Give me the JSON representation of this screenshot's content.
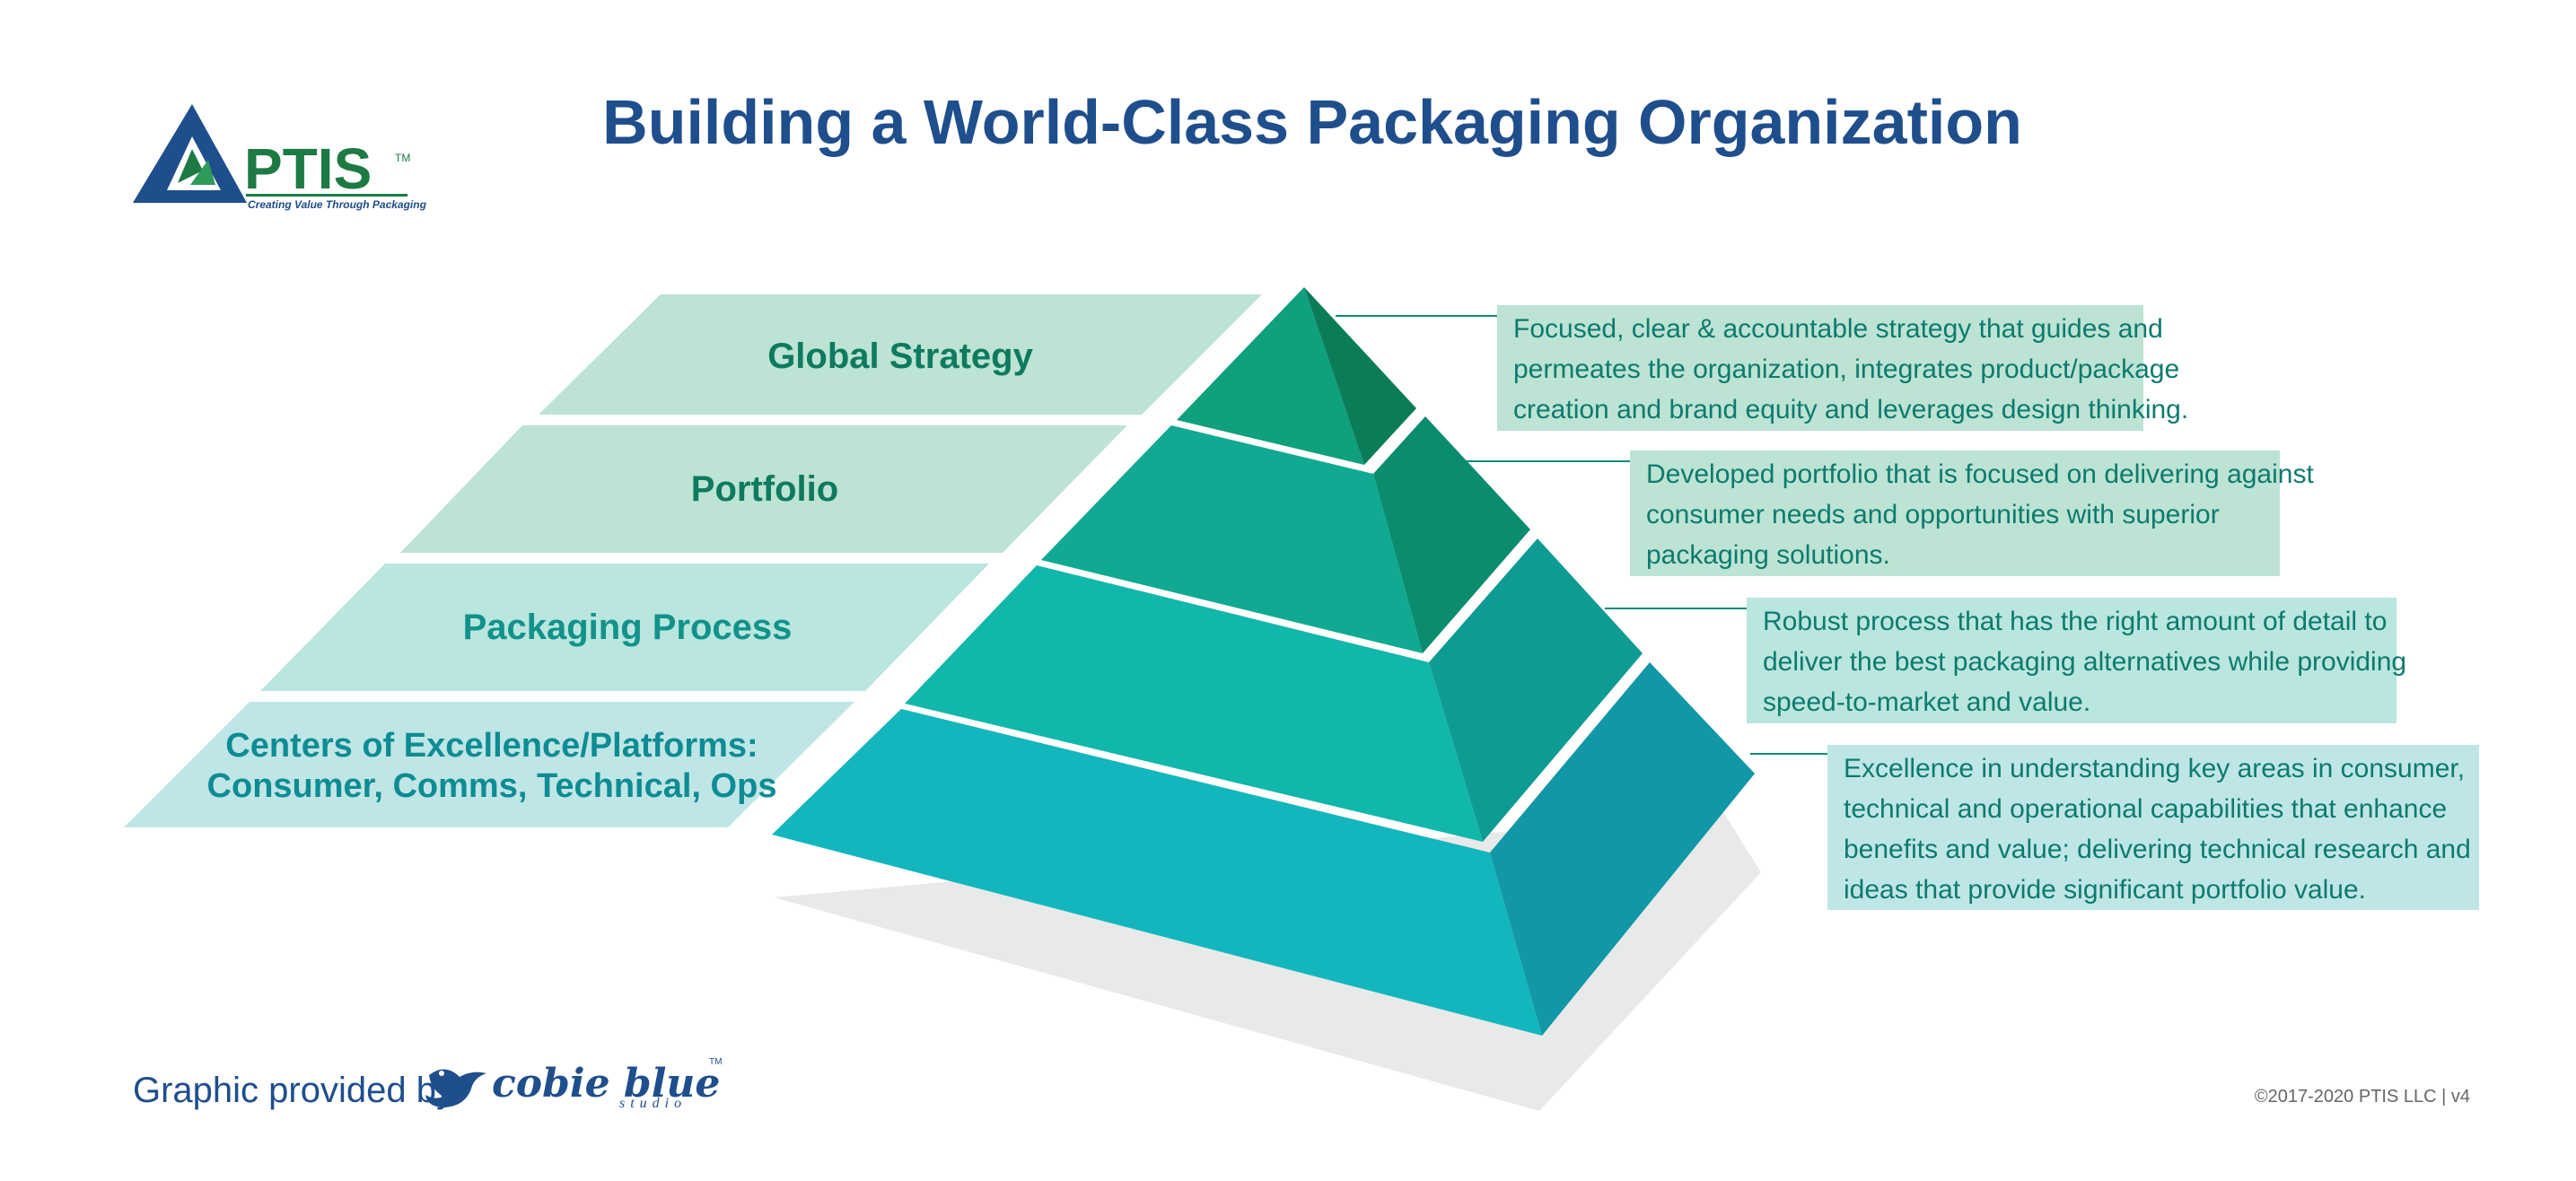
{
  "title": "Building a World-Class Packaging Organization",
  "logo": {
    "name": "PTIS",
    "trademark": "TM",
    "tagline": "Creating Value Through Packaging"
  },
  "levels": [
    {
      "label_lines": [
        "Global Strategy"
      ],
      "description_lines": [
        "Focused, clear & accountable strategy that guides and",
        "permeates the organization, integrates product/package",
        "creation and brand equity and leverages design thinking."
      ]
    },
    {
      "label_lines": [
        "Portfolio"
      ],
      "description_lines": [
        "Developed portfolio that is focused on delivering against",
        "consumer needs and opportunities with superior",
        "packaging solutions."
      ]
    },
    {
      "label_lines": [
        "Packaging Process"
      ],
      "description_lines": [
        "Robust process that has the right amount of detail to",
        "deliver the best packaging alternatives while providing",
        "speed-to-market and value."
      ]
    },
    {
      "label_lines": [
        "Centers of Excellence/Platforms:",
        "Consumer, Comms, Technical, Ops"
      ],
      "description_lines": [
        "Excellence in understanding key areas in  consumer,",
        "technical and operational capabilities that enhance",
        "benefits and value; delivering technical research and",
        "ideas that provide significant portfolio value."
      ]
    }
  ],
  "credit": {
    "label": "Graphic provided by:",
    "brand": "cobie blue",
    "brand_sub": "studio",
    "trademark": "TM"
  },
  "copyright": "©2017-2020 PTIS LLC | v4",
  "colors": {
    "title": "#1f4e8c",
    "label_text": [
      "#0e7a5e",
      "#0e7a5e",
      "#12928a",
      "#0f8c93"
    ],
    "label_bg": [
      "#bce3d3",
      "#bce3d3",
      "#b9e6de",
      "#bfe6e6"
    ],
    "desc_bg": [
      "#bce3d3",
      "#bce3d3",
      "#b9e6de",
      "#bfe6e6"
    ],
    "desc_text": "#0e7a6e",
    "front": [
      "#0fa07e",
      "#10aa92",
      "#12b7ab",
      "#14b6bd"
    ],
    "side": [
      "#0a7d58",
      "#0b8c6e",
      "#0e9b93",
      "#1197a6"
    ],
    "shadow": "#e8e9e9",
    "logo_blue": "#1f4e8c",
    "logo_green": "#1d7a45"
  }
}
